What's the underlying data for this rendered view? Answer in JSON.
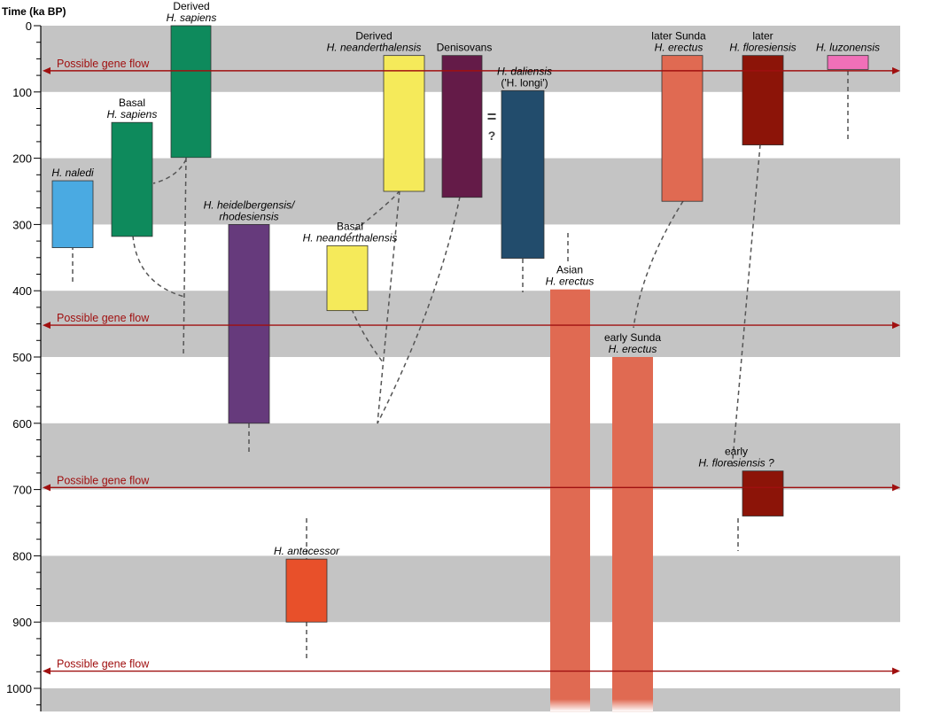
{
  "chart_data": {
    "type": "bar",
    "ylabel": "Time (ka BP)",
    "ylim": [
      0,
      1035
    ],
    "yticks": [
      0,
      100,
      200,
      300,
      400,
      500,
      600,
      700,
      800,
      900,
      1000
    ],
    "grid_bands": [
      [
        0,
        100
      ],
      [
        200,
        300
      ],
      [
        400,
        500
      ],
      [
        600,
        700
      ],
      [
        800,
        900
      ],
      [
        1000,
        1035
      ]
    ],
    "band_color": "#c4c4c4",
    "gene_flow": {
      "label": "Possible gene flow",
      "color": "#a01010",
      "times": [
        68,
        452,
        697,
        974
      ]
    },
    "species": [
      {
        "id": "naledi",
        "lines": [
          {
            "text": "H. naledi",
            "italic": true
          }
        ],
        "start": 234,
        "end": 335,
        "color": "#4aaae2",
        "col": 0
      },
      {
        "id": "basal-sapiens",
        "lines": [
          {
            "text": "Basal",
            "italic": false
          },
          {
            "text": "H. sapiens",
            "italic": true
          }
        ],
        "start": 146,
        "end": 318,
        "color": "#0e8a5c",
        "col": 1
      },
      {
        "id": "derived-sapiens",
        "lines": [
          {
            "text": "Derived",
            "italic": false
          },
          {
            "text": "H. sapiens",
            "italic": true
          }
        ],
        "start": 0,
        "end": 199,
        "color": "#0e8a5c",
        "col": 2
      },
      {
        "id": "heidelbergensis",
        "lines": [
          {
            "text": "H. heidelbergensis/",
            "italic": true
          },
          {
            "text": "rhodesiensis",
            "italic": true
          }
        ],
        "start": 300,
        "end": 600,
        "color": "#663a7c",
        "col": 3
      },
      {
        "id": "antecessor",
        "lines": [
          {
            "text": "H. antecessor",
            "italic": true
          }
        ],
        "start": 805,
        "end": 900,
        "color": "#e8502a",
        "col": 4
      },
      {
        "id": "basal-neanderthalensis",
        "lines": [
          {
            "text": "Basal",
            "italic": false
          },
          {
            "text": "H. neanderthalensis",
            "italic": true
          }
        ],
        "start": 332,
        "end": 430,
        "color": "#f5ea5a",
        "col": 5
      },
      {
        "id": "derived-neanderthalensis",
        "lines": [
          {
            "text": "Derived",
            "italic": false
          },
          {
            "text": "H. neanderthalensis",
            "italic": true
          }
        ],
        "start": 45,
        "end": 250,
        "color": "#f5ea5a",
        "col": 6
      },
      {
        "id": "denisovans",
        "lines": [
          {
            "text": "Denisovans",
            "italic": false
          }
        ],
        "start": 45,
        "end": 259,
        "color": "#641b48",
        "col": 7
      },
      {
        "id": "daliensis",
        "lines": [
          {
            "text": "H. daliensis",
            "italic": true
          },
          {
            "text": "('H. longi')",
            "italic": false
          }
        ],
        "start": 98,
        "end": 351,
        "color": "#224c6c",
        "col": 8
      },
      {
        "id": "asian-erectus",
        "lines": [
          {
            "text": "Asian",
            "italic": false
          },
          {
            "text": "H. erectus",
            "italic": true
          }
        ],
        "start": 398,
        "end": 1035,
        "color": "#e06a52",
        "col": 9
      },
      {
        "id": "early-sunda-erectus",
        "lines": [
          {
            "text": "early Sunda",
            "italic": false
          },
          {
            "text": "H. erectus",
            "italic": true
          }
        ],
        "start": 500,
        "end": 1035,
        "color": "#e06a52",
        "col": 10
      },
      {
        "id": "later-sunda-erectus",
        "lines": [
          {
            "text": "later Sunda",
            "italic": false
          },
          {
            "text": "H. erectus",
            "italic": true
          }
        ],
        "start": 45,
        "end": 265,
        "color": "#e06a52",
        "col": 11
      },
      {
        "id": "later-floresiensis",
        "lines": [
          {
            "text": "later",
            "italic": false
          },
          {
            "text": "H. floresiensis",
            "italic": true
          }
        ],
        "start": 45,
        "end": 180,
        "color": "#8c1408",
        "col": 12
      },
      {
        "id": "early-floresiensis",
        "lines": [
          {
            "text": "early",
            "italic": false
          },
          {
            "text": "H. floresiensis ?",
            "italic": true
          }
        ],
        "start": 672,
        "end": 740,
        "color": "#8c1408",
        "col": 12
      },
      {
        "id": "luzonensis",
        "lines": [
          {
            "text": "H. luzonensis",
            "italic": true
          }
        ],
        "start": 45,
        "end": 66,
        "color": "#f070b8",
        "col": 13
      }
    ],
    "equivalence": {
      "symbol": "=",
      "question": "?"
    }
  }
}
